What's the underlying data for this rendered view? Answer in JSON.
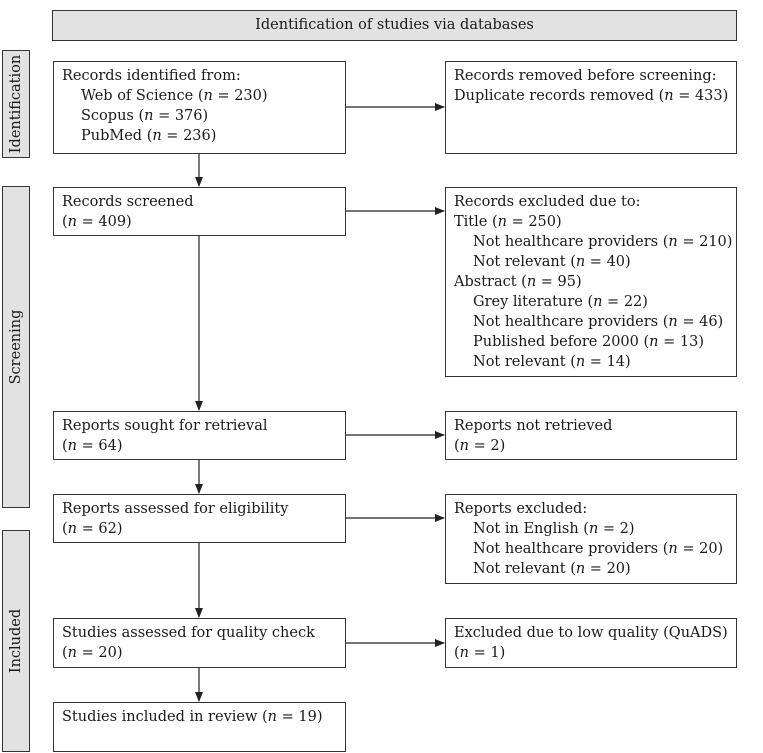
{
  "header": "Identification of studies via databases",
  "phases": {
    "identification": "Identification",
    "screening": "Screening",
    "included": "Included"
  },
  "n_label": "n",
  "boxes": {
    "records_identified": {
      "title": "Records identified from:",
      "items": [
        {
          "pre": "Web of Science (",
          "n": " = 230)"
        },
        {
          "pre": "Scopus (",
          "n": " = 376)"
        },
        {
          "pre": "PubMed (",
          "n": " = 236)"
        }
      ]
    },
    "records_removed": {
      "title": "Records removed before screening:",
      "line": {
        "pre": "Duplicate records removed (",
        "n": " = 433)"
      }
    },
    "records_screened": {
      "title": "Records screened",
      "count": {
        "pre": "(",
        "n": " = 409)"
      }
    },
    "records_excluded": {
      "title": "Records excluded due to:",
      "title_group": {
        "pre": "Title (",
        "n": " = 250)"
      },
      "title_items": [
        {
          "pre": "Not healthcare providers (",
          "n": " = 210)"
        },
        {
          "pre": "Not relevant (",
          "n": " = 40)"
        }
      ],
      "abstract_group": {
        "pre": "Abstract (",
        "n": " = 95)"
      },
      "abstract_items": [
        {
          "pre": "Grey literature (",
          "n": " = 22)"
        },
        {
          "pre": "Not healthcare providers (",
          "n": " = 46)"
        },
        {
          "pre": "Published before 2000 (",
          "n": " = 13)"
        },
        {
          "pre": "Not relevant (",
          "n": " = 14)"
        }
      ]
    },
    "reports_sought": {
      "title": "Reports sought for retrieval",
      "count": {
        "pre": "(",
        "n": " = 64)"
      }
    },
    "reports_not_retrieved": {
      "title": "Reports not retrieved",
      "count": {
        "pre": "(",
        "n": " = 2)"
      }
    },
    "reports_assessed": {
      "title": "Reports assessed for eligibility",
      "count": {
        "pre": "(",
        "n": " = 62)"
      }
    },
    "reports_excluded": {
      "title": "Reports excluded:",
      "items": [
        {
          "pre": "Not in English (",
          "n": " = 2)"
        },
        {
          "pre": "Not healthcare providers (",
          "n": " = 20)"
        },
        {
          "pre": "Not relevant (",
          "n": " = 20)"
        }
      ]
    },
    "quality_check": {
      "title": "Studies assessed for quality check",
      "count": {
        "pre": "(",
        "n": " = 20)"
      }
    },
    "low_quality": {
      "title": "Excluded due to low quality (QuADS)",
      "count": {
        "pre": "(",
        "n": " = 1)"
      }
    },
    "included": {
      "line": {
        "pre": "Studies included in review (",
        "n": " = 19)"
      }
    }
  }
}
